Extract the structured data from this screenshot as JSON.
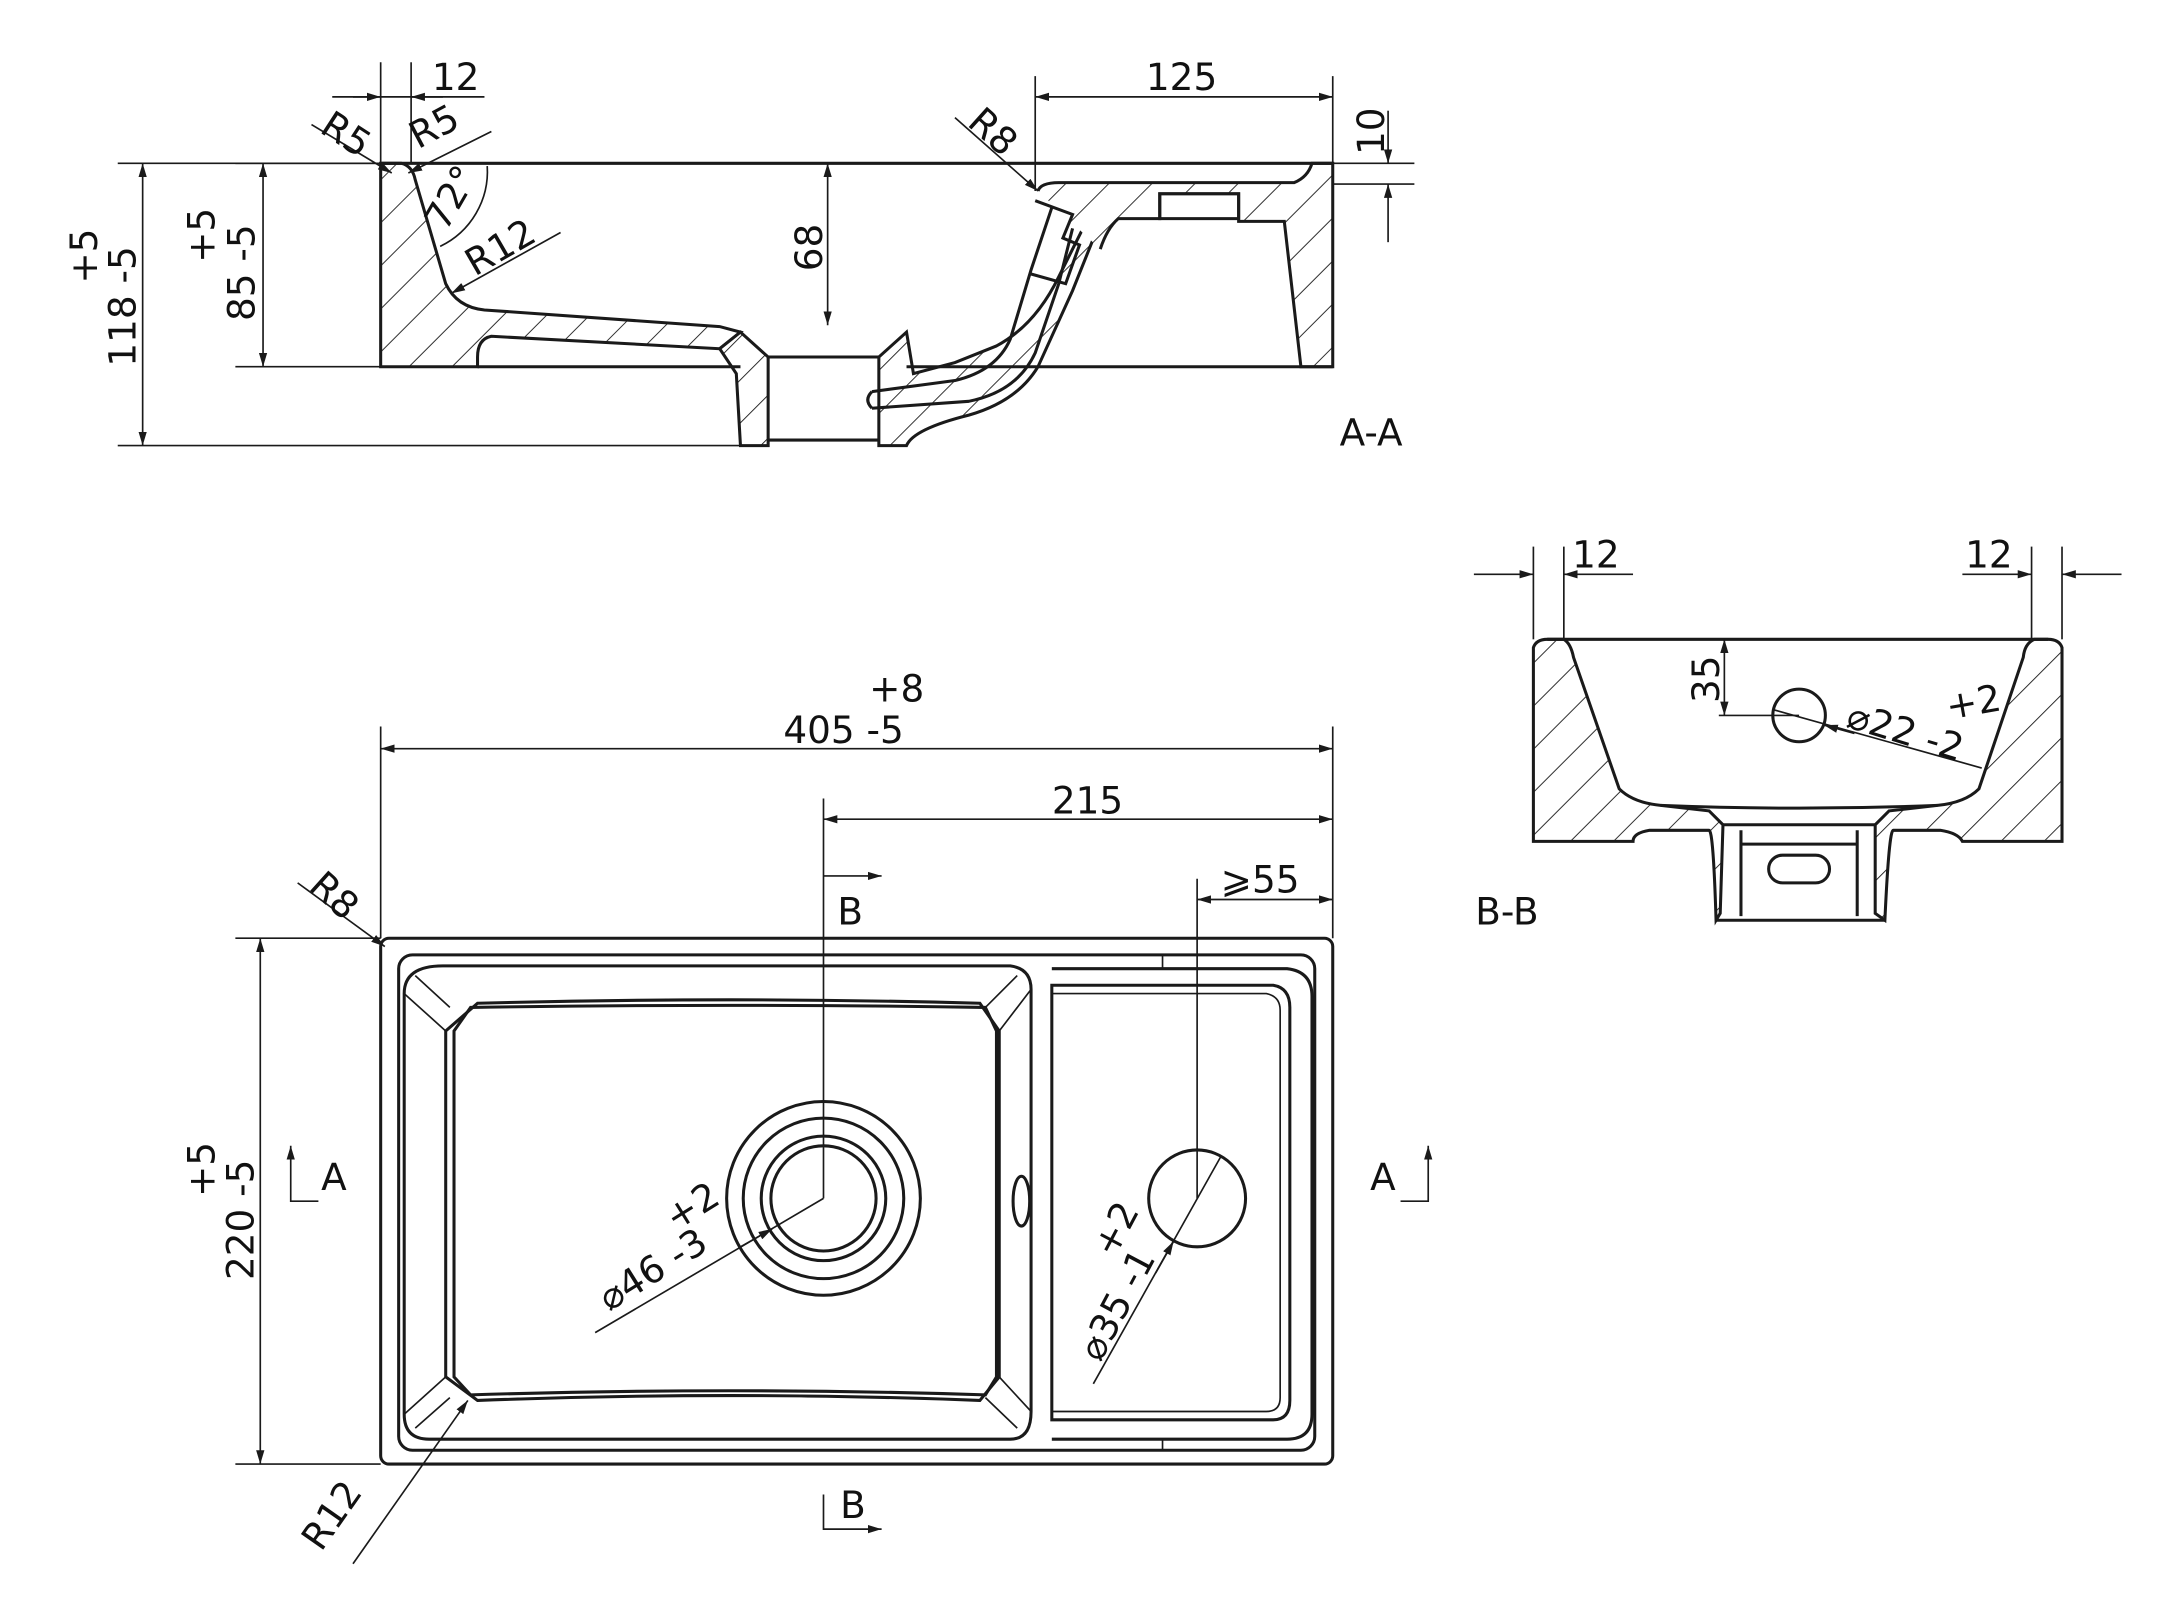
{
  "colors": {
    "line": "#1a1a1a",
    "background": "#ffffff"
  },
  "section_aa": {
    "title": "A-A",
    "dim_12": "12",
    "r5_left": "R5",
    "r5_right": "R5",
    "angle": "72°",
    "r12": "R12",
    "r8": "R8",
    "dim_125": "125",
    "dim_10": "10",
    "dim_68": "68",
    "dim_85": "85 -5",
    "dim_85_tol": "+5",
    "dim_118": "118 -5",
    "dim_118_tol": "+5"
  },
  "section_bb": {
    "title": "B-B",
    "dim_12_left": "12",
    "dim_12_right": "12",
    "dim_35": "35",
    "hole_dia": "⌀22 -2",
    "hole_tol": "+2"
  },
  "plan": {
    "width": "405 -5",
    "width_tol": "+8",
    "dim_215": "215",
    "dim_55": "⩾55",
    "r8": "R8",
    "r12": "R12",
    "height": "220 -5",
    "height_tol": "+5",
    "drain_dia": "⌀46 -3",
    "drain_tol": "+2",
    "tap_dia": "⌀35 -1",
    "tap_tol": "+2",
    "section_a_left": "A",
    "section_a_right": "A",
    "section_b_top": "B",
    "section_b_bottom": "B"
  }
}
